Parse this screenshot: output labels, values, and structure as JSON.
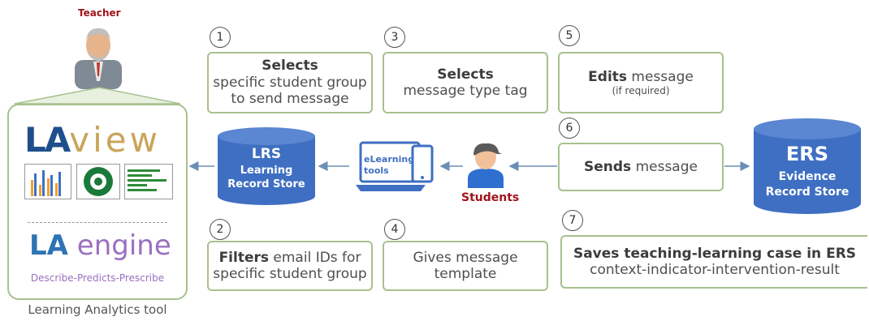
{
  "teacher": {
    "label": "Teacher"
  },
  "la_tool": {
    "title_la": "LA",
    "title_view": "view",
    "engine_la": "LA",
    "engine_word": "engine",
    "engine_sub": "Describe-Predicts-Prescribe",
    "caption": "Learning Analytics tool"
  },
  "lrs": {
    "title": "LRS",
    "line1": "Learning",
    "line2": "Record Store"
  },
  "elearning": {
    "line1": "eLearning",
    "line2": "tools"
  },
  "students": {
    "label": "Students"
  },
  "ers": {
    "title": "ERS",
    "line1": "Evidence",
    "line2": "Record Store"
  },
  "steps": [
    {
      "num": "1",
      "bold": "Selects",
      "line1": "specific student group",
      "line2": "to send message"
    },
    {
      "num": "2",
      "bold": "Filters",
      "rest": " email IDs for",
      "line2": "specific student group"
    },
    {
      "num": "3",
      "bold": "Selects",
      "line1": "message type tag"
    },
    {
      "num": "4",
      "line1": "Gives message",
      "line2": "template"
    },
    {
      "num": "5",
      "bold": "Edits",
      "rest": " message",
      "sub": "(if required)"
    },
    {
      "num": "6",
      "bold": "Sends",
      "rest": " message"
    },
    {
      "num": "7",
      "bold": "Saves teaching-learning case in ERS",
      "line2": "context-indicator-intervention-result"
    }
  ],
  "colors": {
    "db_blue": "#3f6fc2",
    "box_border": "#a7c18e",
    "teacher_red": "#a0141c",
    "engine_blue": "#2e74b5",
    "engine_purple": "#9a6fc0",
    "view_gold": "#c9a55a"
  }
}
